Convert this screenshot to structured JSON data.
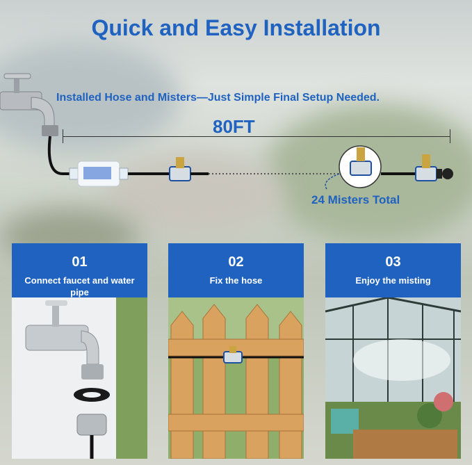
{
  "title": "Quick and Easy Installation",
  "subtitle": "Installed Hose and Misters—Just  Simple Final Setup Needed.",
  "length_label": "80FT",
  "misters_label": "24 Misters Total",
  "steps": [
    {
      "number": "01",
      "text": "Connect faucet and water pipe"
    },
    {
      "number": "02",
      "text": "Fix the hose"
    },
    {
      "number": "03",
      "text": "Enjoy the misting"
    }
  ],
  "colors": {
    "brand_blue": "#1f62c0",
    "fence_wood": "#d9a25f",
    "greenhouse_green": "#6a8a4a"
  }
}
